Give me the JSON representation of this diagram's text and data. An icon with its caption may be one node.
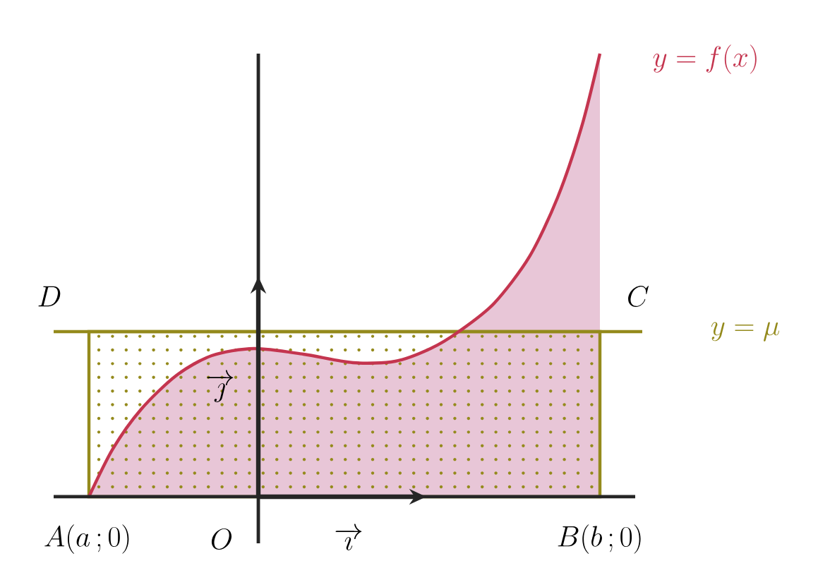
{
  "diagram": {
    "labels": [
      "y = f(x)",
      "D",
      "C",
      "y = \\mu",
      "\\overrightarrow{\\jmath}",
      "A(a\\,;0)",
      "O",
      "\\overrightarrow{\\imath}",
      "B(b\\,;0)"
    ]
  }
}
